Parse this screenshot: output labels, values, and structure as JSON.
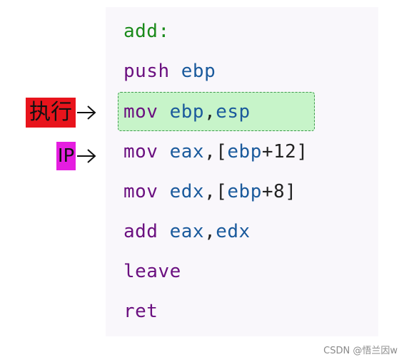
{
  "code": {
    "label": "add:",
    "lines": [
      {
        "op": "push",
        "args": "ebp"
      },
      {
        "op": "mov",
        "arg1": "ebp",
        "sep": ",",
        "arg2": "esp"
      },
      {
        "op": "mov",
        "arg1": "eax",
        "sep": ",",
        "open": "[",
        "reg": "ebp",
        "plus": "+12",
        "close": "]"
      },
      {
        "op": "mov",
        "arg1": "edx",
        "sep": ",",
        "open": "[",
        "reg": "ebp",
        "plus": "+8",
        "close": "]"
      },
      {
        "op": "add",
        "arg1": "eax",
        "sep": ",",
        "arg2": "edx"
      },
      {
        "op": "leave"
      },
      {
        "op": "ret"
      }
    ]
  },
  "markers": {
    "executing": "执行",
    "ip": "IP"
  },
  "colors": {
    "label": "#1a8a1a",
    "keyword": "#6b1080",
    "operand": "#1a5a9c",
    "highlight": "#c7f4c9",
    "exec_tag": "#e8141c",
    "ip_tag": "#e51ee0"
  },
  "watermark": "CSDN @悟兰因w"
}
